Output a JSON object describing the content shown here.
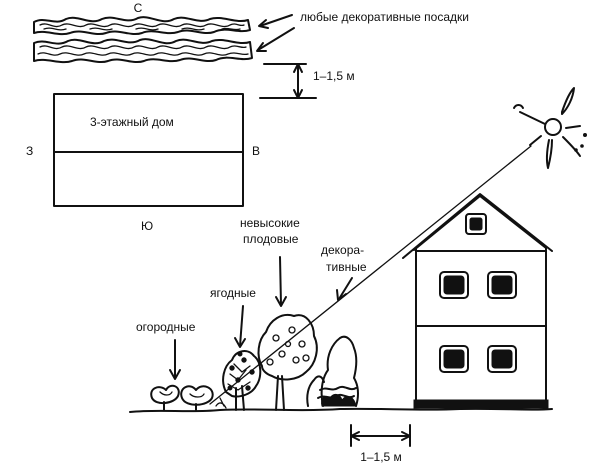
{
  "plan": {
    "north": "С",
    "south": "Ю",
    "west": "З",
    "east": "В",
    "house_label": "3-этажный дом",
    "decor_label": "любые декоративные посадки",
    "distance_label": "1–1,5 м"
  },
  "profile": {
    "vegetable_label": "огородные",
    "berry_label": "ягодные",
    "fruit_label_line1": "невысокие",
    "fruit_label_line2": "плодовые",
    "decorative_label_line1": "декора-",
    "decorative_label_line2": "тивные",
    "distance_label": "1–1,5 м"
  },
  "colors": {
    "ink": "#111111",
    "paper": "#ffffff"
  }
}
